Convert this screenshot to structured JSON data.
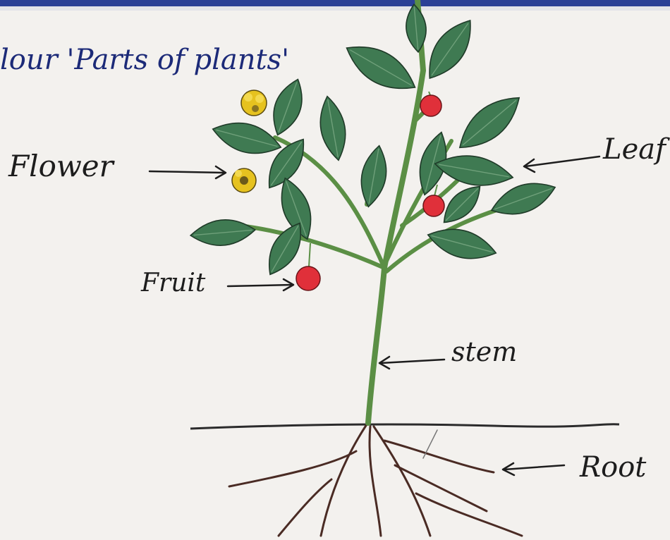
{
  "title": "lour 'Parts of plants'",
  "labels": {
    "flower": "Flower",
    "fruit": "Fruit",
    "leaf": "Leaf",
    "stem": "stem",
    "root": "Root"
  },
  "colors": {
    "paper": "#f3f1ee",
    "top_band": "#2a3f96",
    "title_ink": "#1c2a78",
    "leaf_fill": "#3f7a52",
    "leaf_light": "#6fa07a",
    "stem": "#5b8f45",
    "fruit": "#e0303a",
    "flower": "#e6c21f",
    "ground": "#2b2b2b",
    "root": "#4a2b24"
  }
}
